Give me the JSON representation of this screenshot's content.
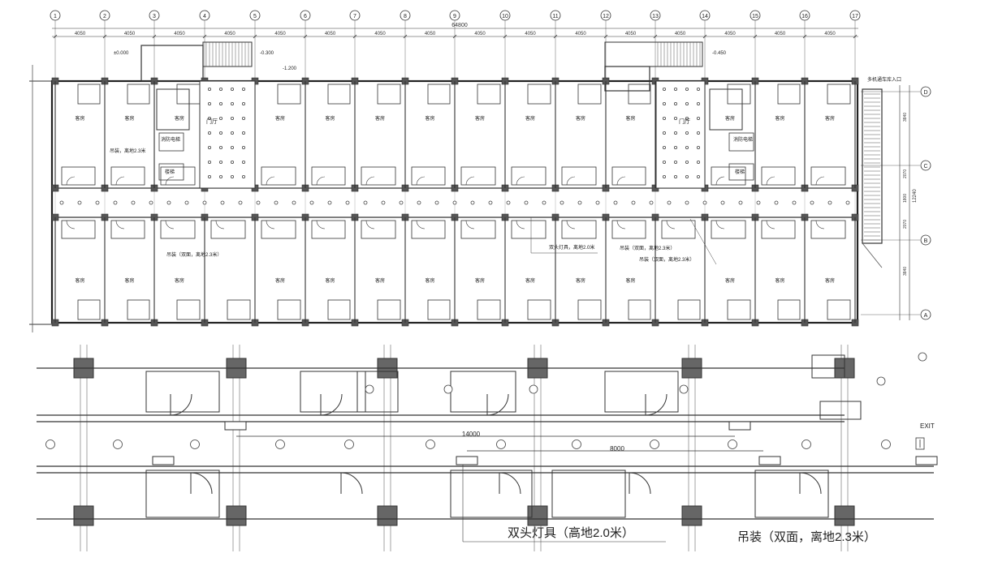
{
  "grid": {
    "column_marks": [
      "1",
      "2",
      "3",
      "4",
      "5",
      "6",
      "7",
      "8",
      "9",
      "10",
      "11",
      "12",
      "13",
      "14",
      "15",
      "16",
      "17"
    ],
    "row_marks": [
      "D",
      "C",
      "B",
      "A"
    ],
    "bay_labels": [
      "4050",
      "4050",
      "4050",
      "4050",
      "4050",
      "4050",
      "4050",
      "4050",
      "4050",
      "4050",
      "4050",
      "4050",
      "4050",
      "4050",
      "4050",
      "4050"
    ],
    "overall_label": "64800",
    "row_dims_right": [
      "3840",
      "2070",
      "1800",
      "2070",
      "3840"
    ],
    "row_total_right": "12240"
  },
  "plan": {
    "room_label": "客房",
    "lobby_label": "门厅",
    "elevator_label": "消防电梯",
    "stair_label": "楼梯",
    "entrance_note": "多机通车库入口",
    "level_marks": [
      "±0.000",
      "-0.300",
      "-1.200",
      "-0.450"
    ],
    "note_left_upper": "吊装，离地2.3米",
    "note_left_lower": "吊装（双面，离地2.3米）",
    "note_mid": "双头灯具，离地2.0米",
    "note_right_a": "吊装（双面，离地2.3米）",
    "note_right_b": "吊装（双面，离地2.3米）"
  },
  "detail": {
    "dim_long": "14000",
    "dim_short": "8000",
    "exit_sign": "EXIT",
    "note_double_light": "双头灯具（高地2.0米）",
    "note_hanging": "吊装（双面，离地2.3米）"
  }
}
